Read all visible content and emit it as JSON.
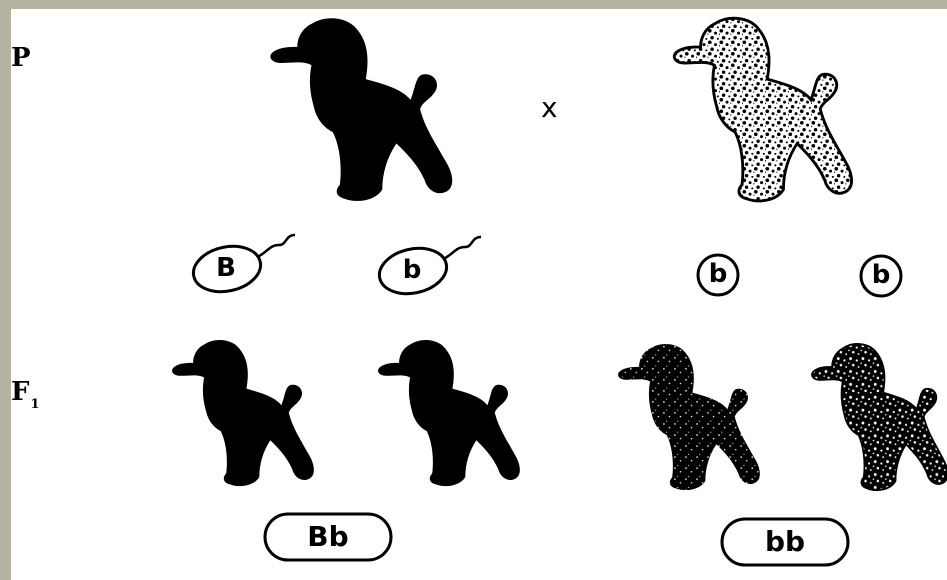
{
  "generations": {
    "parental": {
      "label": "P"
    },
    "f1": {
      "label": "F",
      "subscript": "1"
    }
  },
  "cross_symbol": "x",
  "gametes": [
    {
      "allele": "B",
      "type": "sperm"
    },
    {
      "allele": "b",
      "type": "sperm"
    },
    {
      "allele": "b",
      "type": "egg"
    },
    {
      "allele": "b",
      "type": "egg"
    }
  ],
  "genotypes": [
    "Bb",
    "bb"
  ],
  "colors": {
    "background": "#b4b3a2",
    "panel": "#ffffff",
    "ink": "#000000"
  }
}
